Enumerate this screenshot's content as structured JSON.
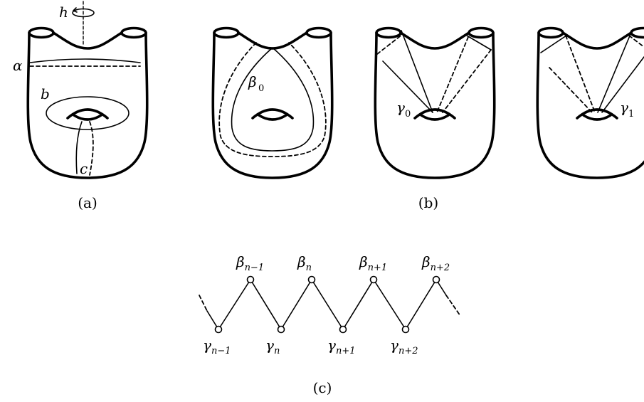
{
  "panel_a": {
    "labels": {
      "h": "h",
      "alpha": "α",
      "b": "b",
      "c": "c"
    },
    "caption": "(a)"
  },
  "panel_b": {
    "labels": {
      "beta": "β",
      "beta_sub": "0",
      "gamma0": "γ",
      "gamma0_sub": "0",
      "gamma1": "γ",
      "gamma1_sub": "1"
    },
    "caption": "(b)"
  },
  "panel_c": {
    "caption": "(c)",
    "beta_nodes": [
      {
        "sym": "β",
        "sub": "n−1"
      },
      {
        "sym": "β",
        "sub": "n"
      },
      {
        "sym": "β",
        "sub": "n+1"
      },
      {
        "sym": "β",
        "sub": "n+2"
      }
    ],
    "gamma_nodes": [
      {
        "sym": "γ",
        "sub": "n−1"
      },
      {
        "sym": "γ",
        "sub": "n"
      },
      {
        "sym": "γ",
        "sub": "n+1"
      },
      {
        "sym": "γ",
        "sub": "n+2"
      }
    ]
  }
}
